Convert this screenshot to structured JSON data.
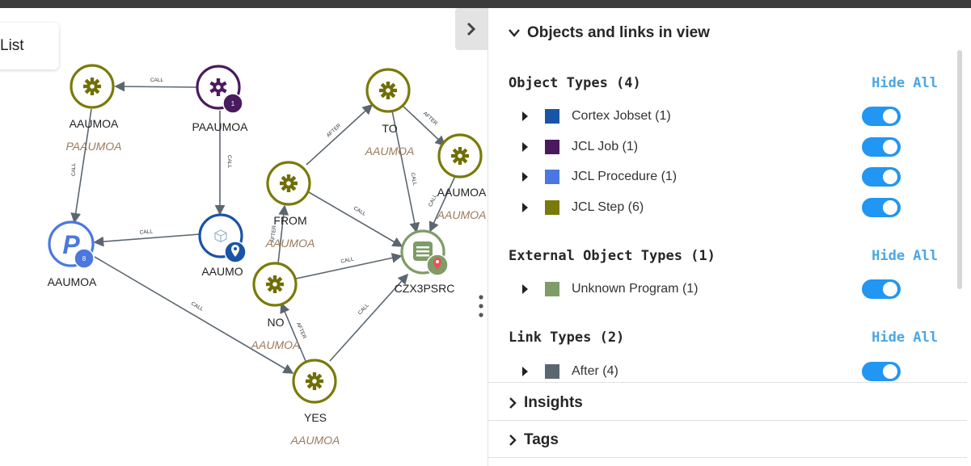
{
  "toolbar": {
    "list_label": "List"
  },
  "graph": {
    "nodes": [
      {
        "id": "n1",
        "label": "AAUMOA",
        "sublabel": "PAAUMOA",
        "type": "step"
      },
      {
        "id": "n2",
        "label": "PAAUMOA",
        "sublabel": "",
        "type": "job",
        "badge": "1"
      },
      {
        "id": "n3",
        "label": "AAUMOA",
        "sublabel": "",
        "type": "procedure",
        "badge": "8"
      },
      {
        "id": "n4",
        "label": "AAUMO",
        "sublabel": "",
        "type": "jobset"
      },
      {
        "id": "n5",
        "label": "FROM",
        "sublabel": "AAUMOA",
        "type": "step"
      },
      {
        "id": "n6",
        "label": "NO",
        "sublabel": "AAUMOA",
        "type": "step"
      },
      {
        "id": "n7",
        "label": "TO",
        "sublabel": "AAUMOA",
        "type": "step"
      },
      {
        "id": "n8",
        "label": "AAUMOA",
        "sublabel": "AAUMOA",
        "type": "step"
      },
      {
        "id": "n9",
        "label": "CZX3PSRC",
        "sublabel": "",
        "type": "program"
      },
      {
        "id": "n10",
        "label": "YES",
        "sublabel": "AAUMOA",
        "type": "step"
      }
    ],
    "edges": [
      {
        "label": "CALL"
      },
      {
        "label": "CALL"
      },
      {
        "label": "CALL"
      },
      {
        "label": "CALL"
      },
      {
        "label": "AFTER"
      },
      {
        "label": "AFTER"
      },
      {
        "label": "CALL"
      },
      {
        "label": "CALL"
      },
      {
        "label": "AFTER"
      },
      {
        "label": "CALL"
      },
      {
        "label": "CALL"
      },
      {
        "label": "AFTER"
      },
      {
        "label": "CALL"
      },
      {
        "label": "CALL"
      }
    ]
  },
  "panel": {
    "header": "Objects and links in view",
    "sections": {
      "object_types": {
        "title": "Object Types (4)",
        "hide_all": "Hide All",
        "items": [
          {
            "label": "Cortex Jobset (1)",
            "color": "#1a54a6"
          },
          {
            "label": "JCL Job (1)",
            "color": "#4a1a5e"
          },
          {
            "label": "JCL Procedure (1)",
            "color": "#4a78e0"
          },
          {
            "label": "JCL Step (6)",
            "color": "#7a7a0a"
          }
        ]
      },
      "external_types": {
        "title": "External Object Types (1)",
        "hide_all": "Hide All",
        "items": [
          {
            "label": "Unknown Program (1)",
            "color": "#7f9b67"
          }
        ]
      },
      "link_types": {
        "title": "Link Types (2)",
        "hide_all": "Hide All",
        "items": [
          {
            "label": "After (4)",
            "color": "#5b6670"
          }
        ]
      }
    },
    "insights": "Insights",
    "tags": "Tags"
  }
}
